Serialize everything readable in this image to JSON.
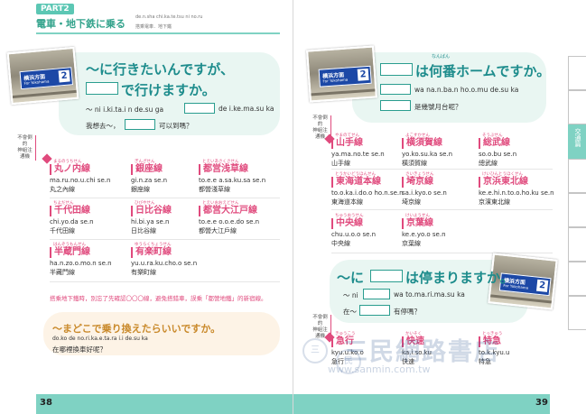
{
  "header": {
    "part_badge": "PART2",
    "title": "電車・地下鉄に乗る",
    "romaji": "de.n.sha chi.ka.te.tsu ni no.ru",
    "zh": "搭乘電車．地下鐵"
  },
  "left_page": {
    "photo_sign": {
      "top": "横浜方面",
      "bottom": "For Yokohama",
      "number": "2"
    },
    "phrase_line1": "～に行きたいんですが、",
    "phrase_line2": "で行けますか。",
    "romaji_prefix": "～ ni i.ki.ta.i n de.su ga",
    "romaji_suffix": "de i.ke.ma.su ka",
    "zh_prefix": "我想去～，",
    "zh_suffix": "可以到嗎？",
    "tag": "不會倒的\n神組注通機",
    "lines": [
      {
        "furi": "まるのうちせん",
        "ja": "丸ノ内線",
        "rom": "ma.ru.no.u.chi se.n",
        "cn": "丸之內線"
      },
      {
        "furi": "ぎんざせん",
        "ja": "銀座線",
        "rom": "gi.n.za se.n",
        "cn": "銀座線"
      },
      {
        "furi": "とえいあさくさせん",
        "ja": "都営浅草線",
        "rom": "to.e.e a.sa.ku.sa se.n",
        "cn": "都營淺草線"
      },
      {
        "furi": "ちよだせん",
        "ja": "千代田線",
        "rom": "chi.yo.da se.n",
        "cn": "千代田線"
      },
      {
        "furi": "ひびやせん",
        "ja": "日比谷線",
        "rom": "hi.bi.ya se.n",
        "cn": "日比谷線"
      },
      {
        "furi": "とえいおおえどせん",
        "ja": "都営大江戸線",
        "rom": "to.e.e o.o.e.do se.n",
        "cn": "都營大江戶線"
      },
      {
        "furi": "はんぞうもんせん",
        "ja": "半蔵門線",
        "rom": "ha.n.zo.o.mo.n se.n",
        "cn": "半藏門線"
      },
      {
        "furi": "ゆうらくちょうせん",
        "ja": "有楽町線",
        "rom": "yu.u.ra.ku.cho.o se.n",
        "cn": "有樂町線"
      }
    ],
    "note": "搭乘地下鐵時，別忘了先確認〇〇〇線，避免搭錯車，誤乘「都營地鐵」的新宿線。",
    "sub_phrase": "～まどこで乗り換えたらいいですか。",
    "sub_romaji": "do.ko de no.ri.ka.e.ta.ra i.i de.su ka",
    "sub_zh": "在哪裡換車好呢？",
    "page_number": "38"
  },
  "right_page": {
    "photo_sign": {
      "top": "横浜方面",
      "bottom": "For Yokohama",
      "number": "2"
    },
    "phrase": "は何番ホームですか。",
    "phrase_furi": "なんばん",
    "romaji": "wa na.n.ba.n ho.o.mu de.su ka",
    "zh": "是幾號月台呢？",
    "tag": "不會倒的\n神組注通機",
    "lines": [
      {
        "furi": "やまのてせん",
        "ja": "山手線",
        "rom": "ya.ma.no.te se.n",
        "cn": "山手線"
      },
      {
        "furi": "よこすかせん",
        "ja": "横須賀線",
        "rom": "yo.ko.su.ka se.n",
        "cn": "橫須賀線"
      },
      {
        "furi": "そうぶせん",
        "ja": "総武線",
        "rom": "so.o.bu se.n",
        "cn": "總武線"
      },
      {
        "furi": "とうかいどうほんせん",
        "ja": "東海道本線",
        "rom": "to.o.ka.i.do.o ho.n.se.n",
        "cn": "東海道本線"
      },
      {
        "furi": "さいきょうせん",
        "ja": "埼京線",
        "rom": "sa.i.kyo.o se.n",
        "cn": "埼京線"
      },
      {
        "furi": "けいひんとうほくせん",
        "ja": "京浜東北線",
        "rom": "ke.e.hi.n.to.o.ho.ku se.n",
        "cn": "京濱東北線"
      },
      {
        "furi": "ちゅうおうせん",
        "ja": "中央線",
        "rom": "chu.u.o.o se.n",
        "cn": "中央線"
      },
      {
        "furi": "けいようせん",
        "ja": "京葉線",
        "rom": "ke.e.yo.o se.n",
        "cn": "京葉線"
      }
    ],
    "phrase2_prefix": "～に",
    "phrase2_suffix": "は停まりますか。",
    "romaji2_prefix": "～ ni",
    "romaji2_suffix": "wa to.ma.ri.ma.su ka",
    "zh2_prefix": "在～",
    "zh2_suffix": "有停嗎？",
    "tag2": "不會倒的\n神組注通機",
    "types": [
      {
        "furi": "きゅうこう",
        "ja": "急行",
        "rom": "kyu.u.ko.o",
        "cn": "急行"
      },
      {
        "furi": "かいそく",
        "ja": "快速",
        "rom": "ka.i.so.ku",
        "cn": "快速"
      },
      {
        "furi": "とっきゅう",
        "ja": "特急",
        "rom": "to.k.kyu.u",
        "cn": "特急"
      }
    ],
    "page_number": "39"
  },
  "tabs": [
    {
      "label": ""
    },
    {
      "label": ""
    },
    {
      "label": "交通篇"
    },
    {
      "label": ""
    },
    {
      "label": ""
    },
    {
      "label": ""
    },
    {
      "label": ""
    },
    {
      "label": ""
    }
  ],
  "watermark": {
    "text": "三民網路書店",
    "url": "www.sanmin.com.tw",
    "circle1": "三",
    "circle2": "民"
  },
  "colors": {
    "teal": "#7fd2c3",
    "pink": "#e04a7d",
    "dark_teal": "#1d8c8c",
    "orange": "#c9892a"
  }
}
